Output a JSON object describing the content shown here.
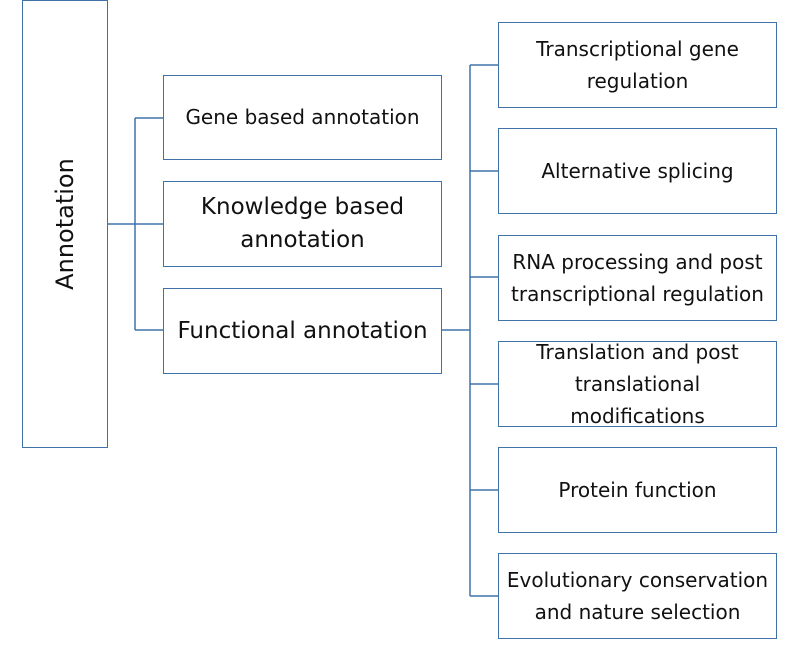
{
  "diagram": {
    "root": {
      "label": "Annotation"
    },
    "categories": [
      {
        "label": "Gene based annotation"
      },
      {
        "label": "Knowledge based annotation"
      },
      {
        "label": "Functional annotation"
      }
    ],
    "functional_subcategories": [
      {
        "label": "Transcriptional gene regulation"
      },
      {
        "label": "Alternative splicing"
      },
      {
        "label": "RNA processing and post transcriptional regulation"
      },
      {
        "label": "Translation and post translational modifications"
      },
      {
        "label": "Protein function"
      },
      {
        "label": "Evolutionary conservation and nature selection"
      }
    ],
    "colors": {
      "line": "#3f73a8",
      "text": "#111111"
    }
  }
}
